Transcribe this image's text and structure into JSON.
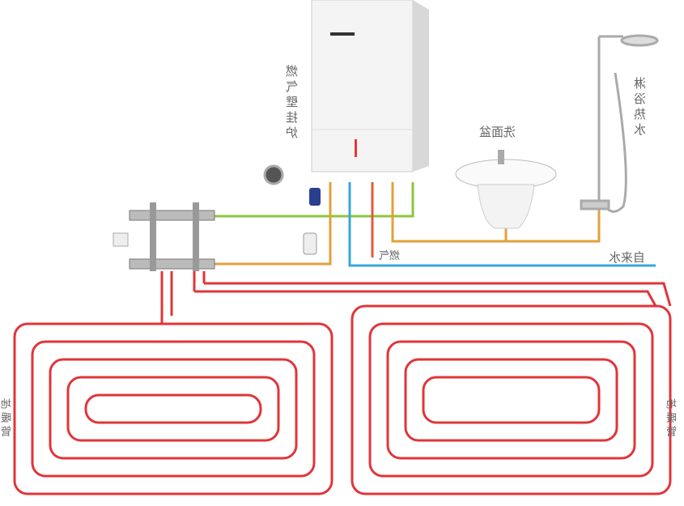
{
  "labels": {
    "boiler": "燃气壁挂炉",
    "basin": "洗面盆",
    "shower": "淋浴热水",
    "gas": "燃气",
    "tap_water": "自来水",
    "floor_left": "地暖管",
    "floor_right": "地暖管"
  },
  "colors": {
    "heating_pipe": "#e0353a",
    "supply_green": "#8cc63f",
    "hot_orange": "#e3a03a",
    "cold_blue": "#3aa6d8",
    "gas_red": "#e55a3a"
  }
}
